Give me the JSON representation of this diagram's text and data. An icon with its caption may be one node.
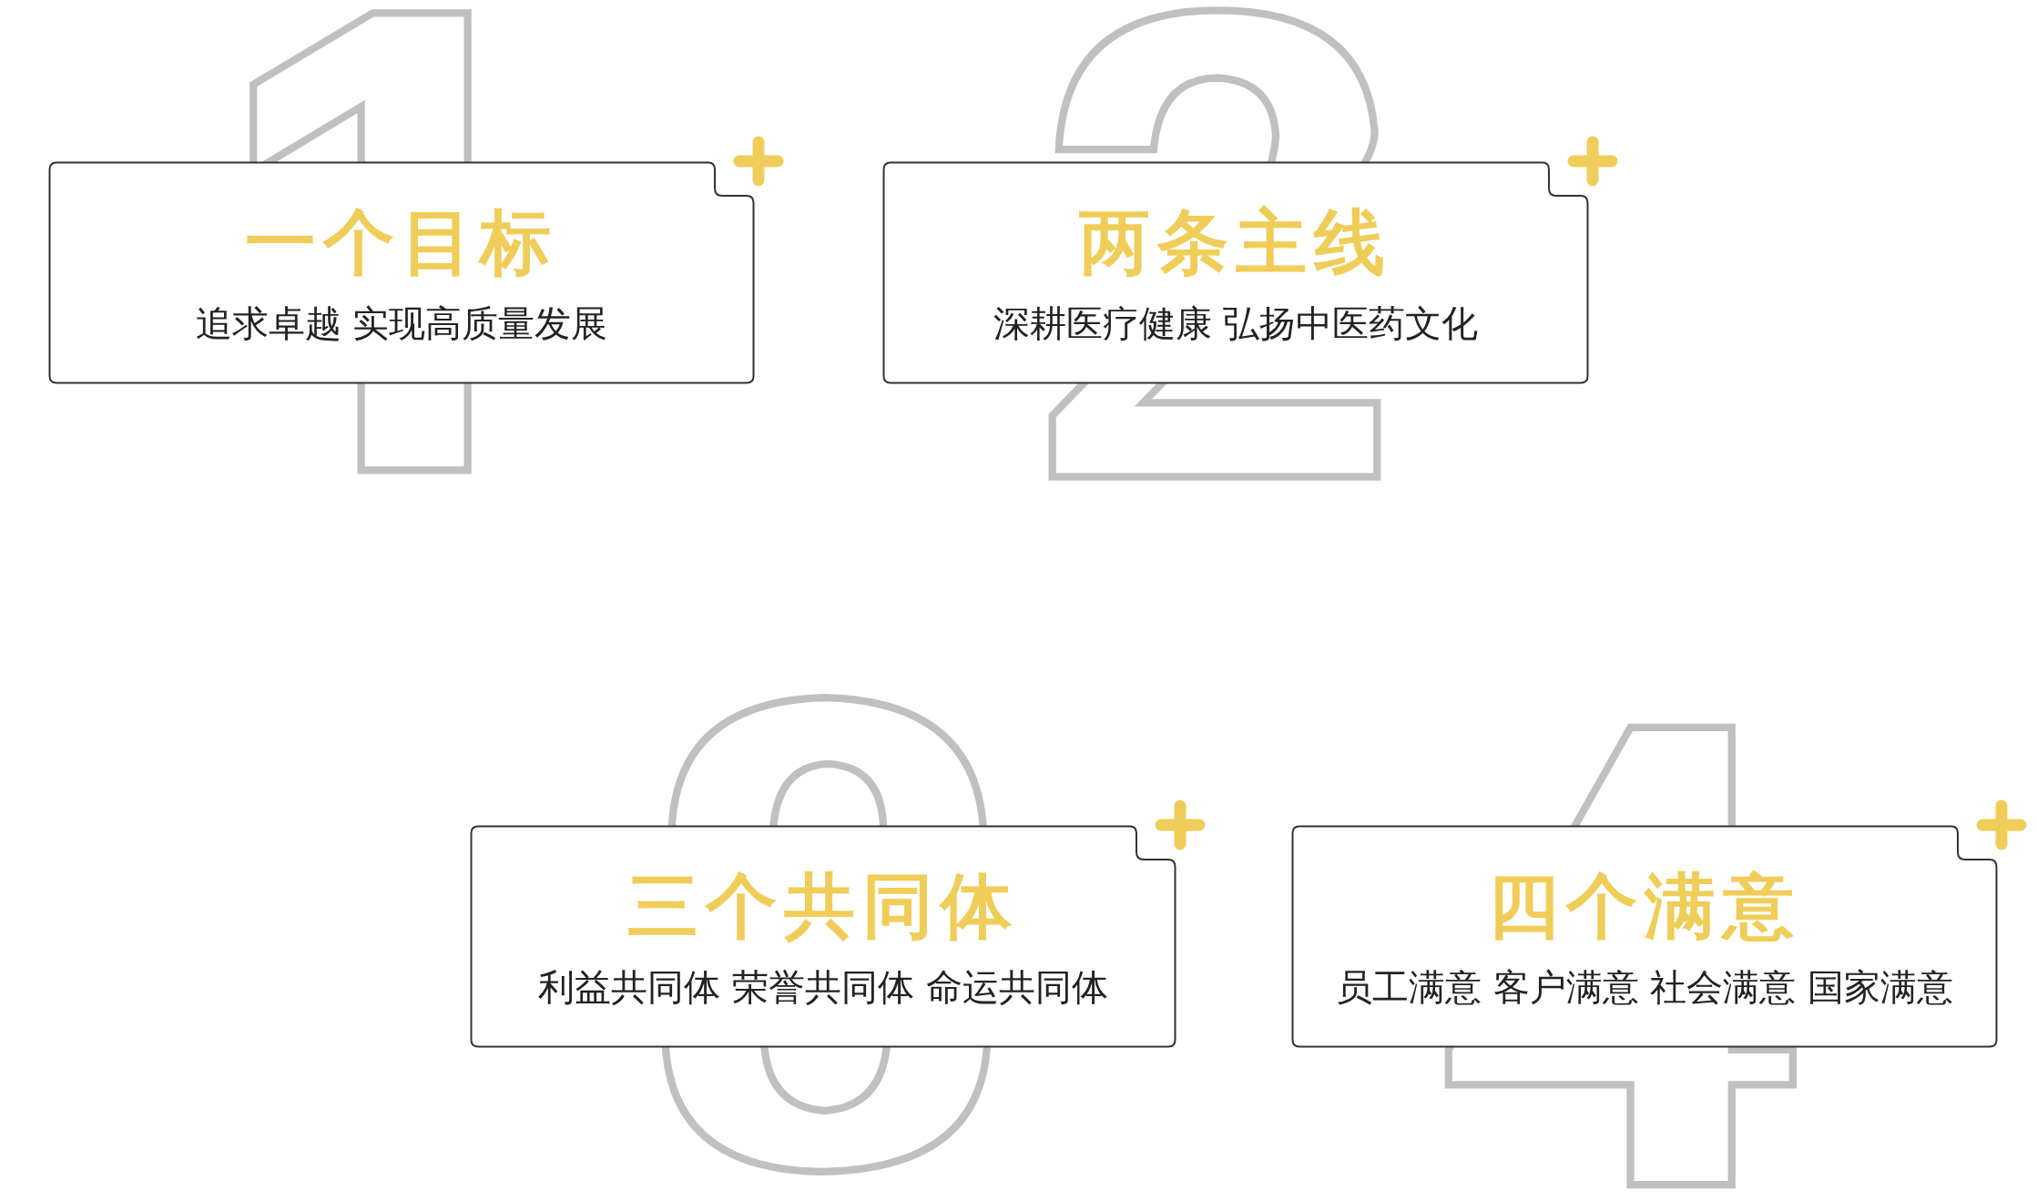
{
  "diagram": {
    "nodes": [
      {
        "text": [
          "一个目标",
          "追求卓越 实现高质量发展"
        ]
      },
      {
        "text": [
          "两条主线",
          "深耕医疗健康 弘扬中医药文化"
        ]
      },
      {
        "text": [
          "三个共同体",
          "利益共同体 荣誉共同体 命运共同体"
        ]
      },
      {
        "text": [
          "四个满意",
          "员工满意 客户满意 社会满意 国家满意"
        ]
      }
    ]
  }
}
